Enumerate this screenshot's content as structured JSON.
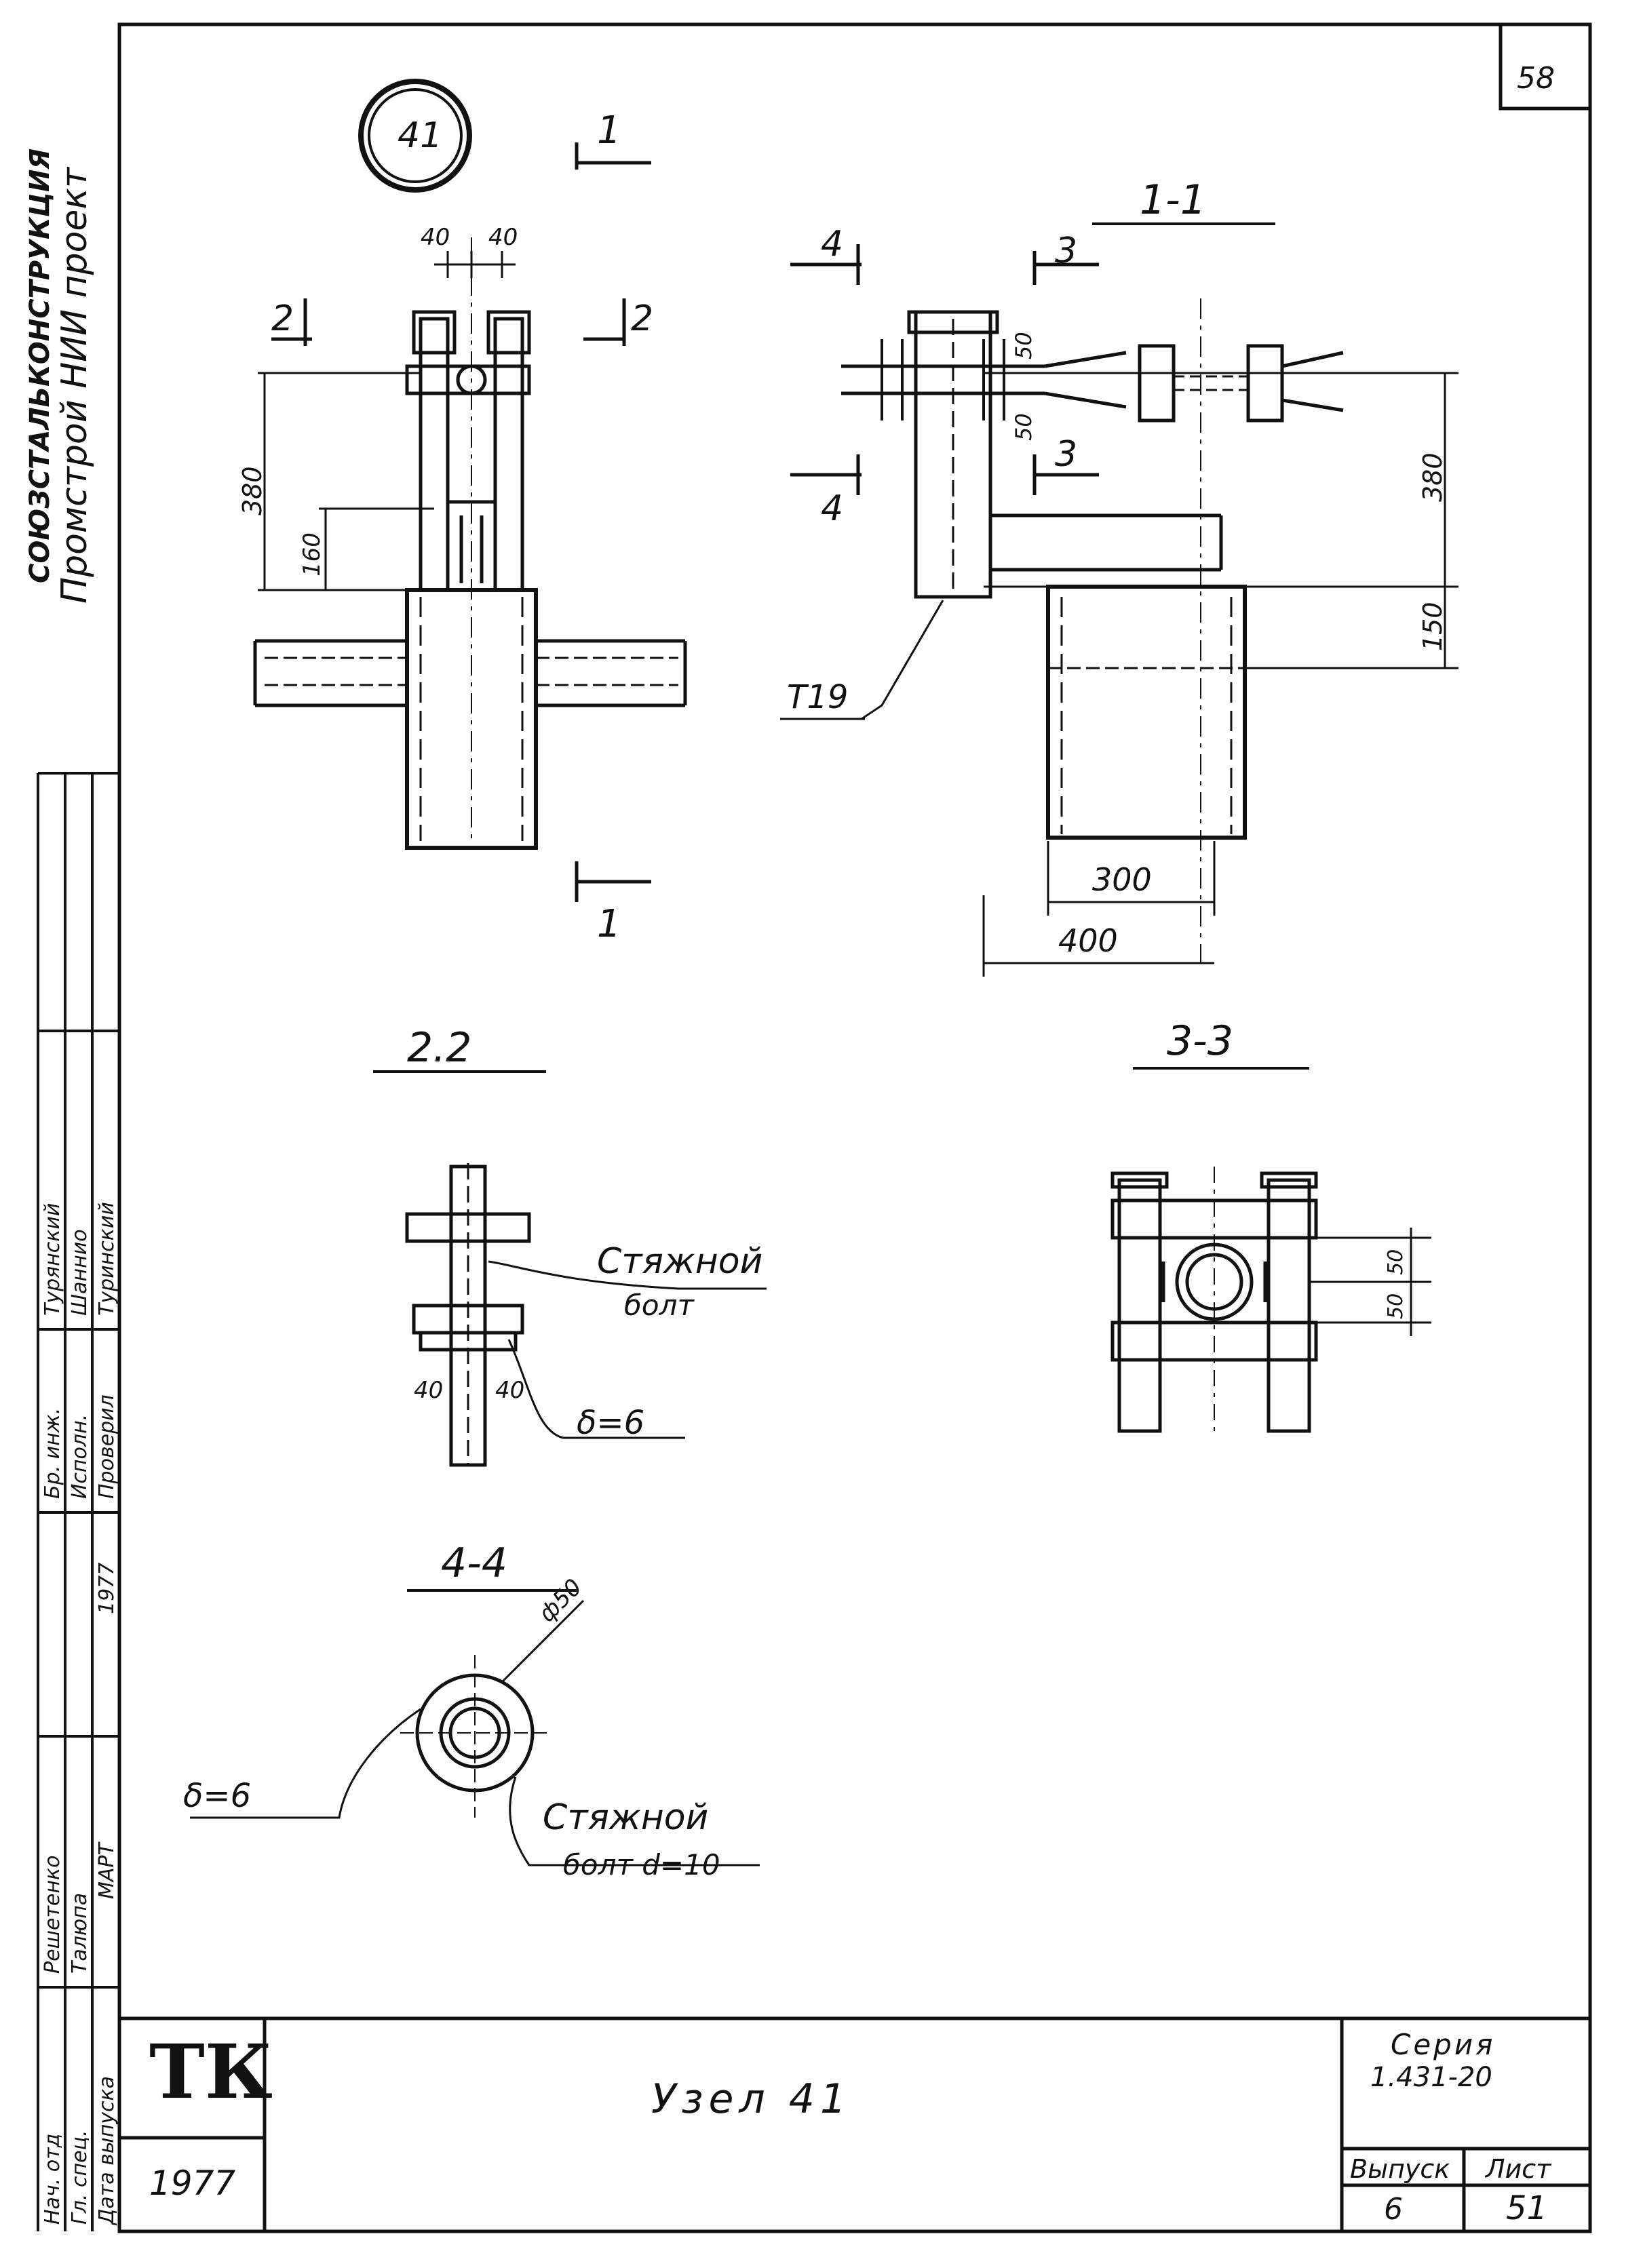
{
  "sheet_number": "58",
  "node_number": "41",
  "org": {
    "line1": "СОЮЗСТАЛЬКОНСТРУКЦИЯ",
    "line2": "Промстрой НИИ проект"
  },
  "stamp_table": {
    "rows": [
      {
        "role": "Нач. отд",
        "name": "Решетенко",
        "sign": "",
        "left": "1977"
      },
      {
        "role": "Гл. спец.",
        "name": "Талюпа",
        "sign": "",
        "left": "МАРТ"
      },
      {
        "role": "Дата выпуска",
        "name": "",
        "sign": "",
        "left": ""
      }
    ],
    "roles2": [
      "Бр. инж.",
      "Исполн.",
      "Проверил"
    ],
    "names2": [
      "Турянский",
      "Шаннио",
      "Туринский"
    ]
  },
  "sections": {
    "s11": "1-1",
    "s22": "2.2",
    "s33": "3-3",
    "s44": "4-4"
  },
  "cut_marks": [
    "1",
    "1",
    "2",
    "2",
    "3",
    "3",
    "4",
    "4"
  ],
  "dims": {
    "d40a": "40",
    "d40b": "40",
    "d380a": "380",
    "d160": "160",
    "d50a": "50",
    "d50b": "50",
    "d380b": "380",
    "d150": "150",
    "d300": "300",
    "d400": "400",
    "d40c": "40",
    "d40d": "40",
    "d50c": "50",
    "d50d": "50",
    "phi50": "ф50"
  },
  "labels": {
    "t19": "Т19",
    "bolt1_a": "Стяжной",
    "bolt1_b": "болт",
    "delta1": "δ=6",
    "delta2": "δ=6",
    "bolt2_a": "Стяжной",
    "bolt2_b": "болт d=10"
  },
  "title_block": {
    "logo": "ТК",
    "year": "1977",
    "title": "Узел 41",
    "series_label": "Серия",
    "series_value": "1.431-20",
    "issue_label": "Выпуск",
    "sheet_label": "Лист",
    "issue_value": "6",
    "sheet_value": "51"
  }
}
